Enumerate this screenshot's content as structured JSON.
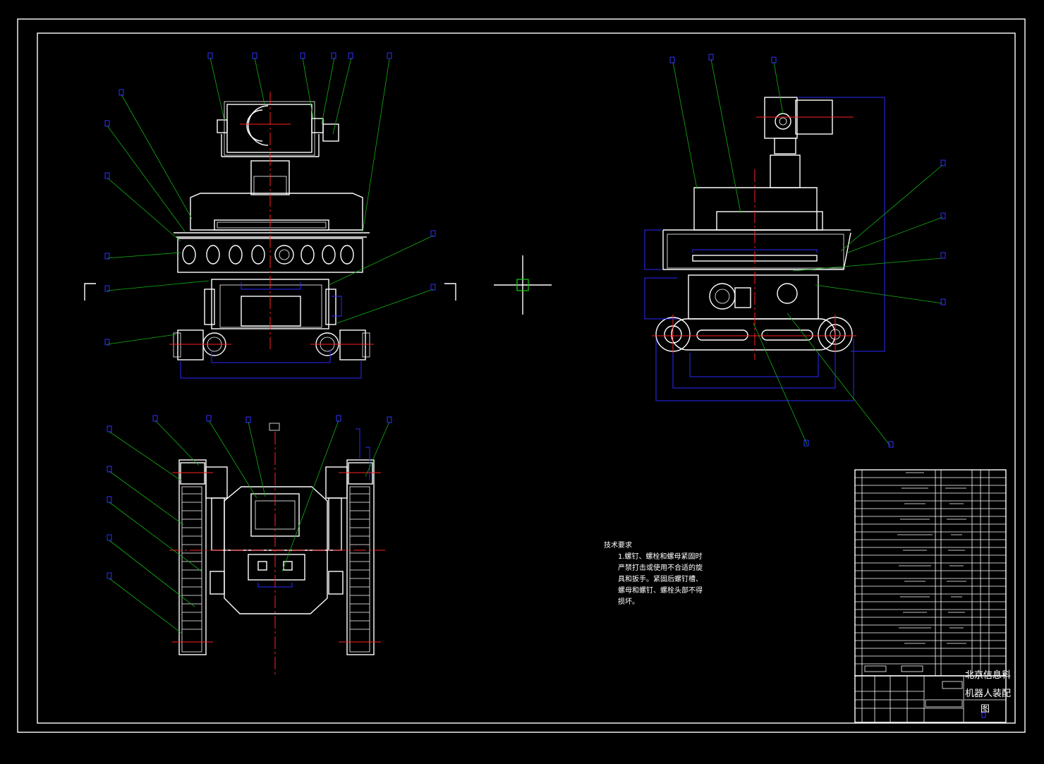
{
  "technical_requirements": {
    "title": "技术要求",
    "lines": [
      "1.螺钉、螺栓和螺母紧固时",
      "严禁打击或使用不合适的旋",
      "具和扳手。紧固后螺钉槽、",
      "螺母和螺钉、螺栓头部不得",
      "损坏。"
    ]
  },
  "title_block": {
    "school": "北京信息科",
    "drawing_name": "机器人装配",
    "drawing_type": "图"
  },
  "colors": {
    "outline": "#ffffff",
    "centerline": "#ff2020",
    "dimension": "#2a2aff",
    "leader": "#12b012"
  }
}
